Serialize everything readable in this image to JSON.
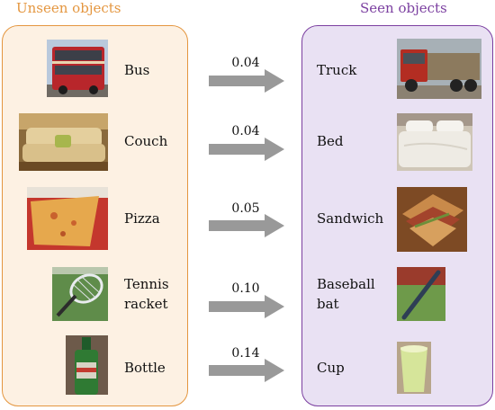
{
  "headings": {
    "unseen": "Unseen objects",
    "seen": "Seen objects"
  },
  "colors": {
    "unseen_border": "#e4963f",
    "unseen_fill": "#fdf1e3",
    "seen_border": "#7b3fa0",
    "seen_fill": "#e9e1f3",
    "arrow": "#999999"
  },
  "pairs": [
    {
      "unseen": {
        "line1": "Bus",
        "line2": "",
        "icon": "bus-photo"
      },
      "similarity": "0.04",
      "seen": {
        "line1": "Truck",
        "line2": "",
        "icon": "truck-photo"
      }
    },
    {
      "unseen": {
        "line1": "Couch",
        "line2": "",
        "icon": "couch-photo"
      },
      "similarity": "0.04",
      "seen": {
        "line1": "Bed",
        "line2": "",
        "icon": "bed-photo"
      }
    },
    {
      "unseen": {
        "line1": "Pizza",
        "line2": "",
        "icon": "pizza-photo"
      },
      "similarity": "0.05",
      "seen": {
        "line1": "Sandwich",
        "line2": "",
        "icon": "sandwich-photo"
      }
    },
    {
      "unseen": {
        "line1": "Tennis",
        "line2": "racket",
        "icon": "tennis-racket-photo"
      },
      "similarity": "0.10",
      "seen": {
        "line1": "Baseball",
        "line2": "bat",
        "icon": "baseball-bat-photo"
      }
    },
    {
      "unseen": {
        "line1": "Bottle",
        "line2": "",
        "icon": "bottle-photo"
      },
      "similarity": "0.14",
      "seen": {
        "line1": "Cup",
        "line2": "",
        "icon": "cup-photo"
      }
    }
  ]
}
